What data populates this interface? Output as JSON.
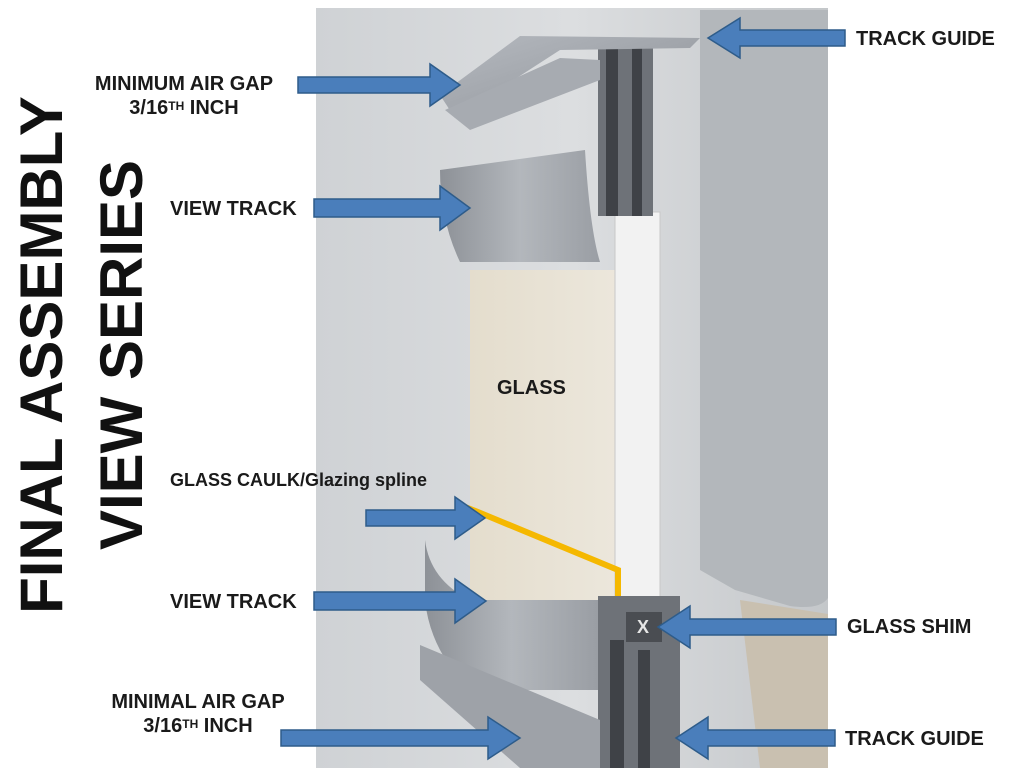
{
  "title": {
    "line1": "FINAL ASSEMBLY",
    "line2": "VIEW SERIES"
  },
  "labels": {
    "track_guide_top": "TRACK GUIDE",
    "min_air_gap_top": {
      "line1": "MINIMUM AIR GAP",
      "line2_main": "3/16",
      "line2_sup": "TH",
      "line2_end": " INCH"
    },
    "view_track_top": "VIEW TRACK",
    "glass": "GLASS",
    "glass_caulk": "GLASS CAULK/Glazing spline",
    "view_track_bottom": "VIEW TRACK",
    "glass_shim": "GLASS SHIM",
    "shim_mark": "X",
    "min_air_gap_bottom": {
      "line1": "MINIMAL AIR GAP",
      "line2_main": "3/16",
      "line2_sup": "TH",
      "line2_end": " INCH"
    },
    "track_guide_bottom": "TRACK GUIDE"
  },
  "colors": {
    "arrow_fill": "#4a7ebb",
    "arrow_stroke": "#2e5c8a",
    "caulk_line": "#f5b800",
    "aluminum": "#a9adb3",
    "wall": "#d8dadc",
    "glass_face": "#e9e3d6"
  }
}
